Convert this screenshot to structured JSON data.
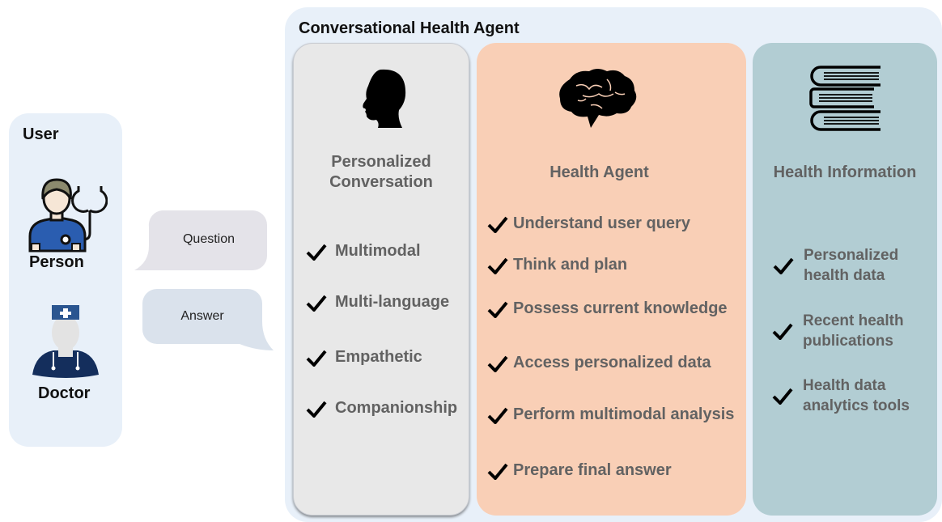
{
  "user": {
    "title": "User",
    "person_label": "Person",
    "doctor_label": "Doctor",
    "person_icon": "patient-with-stethoscope-icon",
    "doctor_icon": "doctor-icon"
  },
  "dialogue": {
    "question": "Question",
    "answer": "Answer"
  },
  "agent": {
    "title": "Conversational Health Agent",
    "columns": [
      {
        "title_line1": "Personalized",
        "title_line2": "Conversation",
        "icon": "human-head-icon",
        "color": "#e8e8e8",
        "items": [
          "Multimodal",
          "Multi-language",
          "Empathetic",
          "Companionship"
        ]
      },
      {
        "title_line1": "Health Agent",
        "icon": "brain-icon",
        "color": "#f9cfb6",
        "items": [
          "Understand user query",
          "Think and plan",
          "Possess current knowledge",
          "Access personalized data",
          "Perform multimodal analysis",
          "Prepare final answer"
        ]
      },
      {
        "title_line1": "Health Information",
        "icon": "books-icon",
        "color": "#b2cdd3",
        "items": [
          {
            "line1": "Personalized",
            "line2": "health data"
          },
          {
            "line1": "Recent health",
            "line2": "publications"
          },
          {
            "line1": "Health data",
            "line2": "analytics tools"
          }
        ]
      }
    ]
  },
  "colors": {
    "panel_bg": "#e8f0f9",
    "text_gray": "#626262",
    "question_bubble": "#e4e3e9",
    "answer_bubble": "#dae2ec"
  }
}
